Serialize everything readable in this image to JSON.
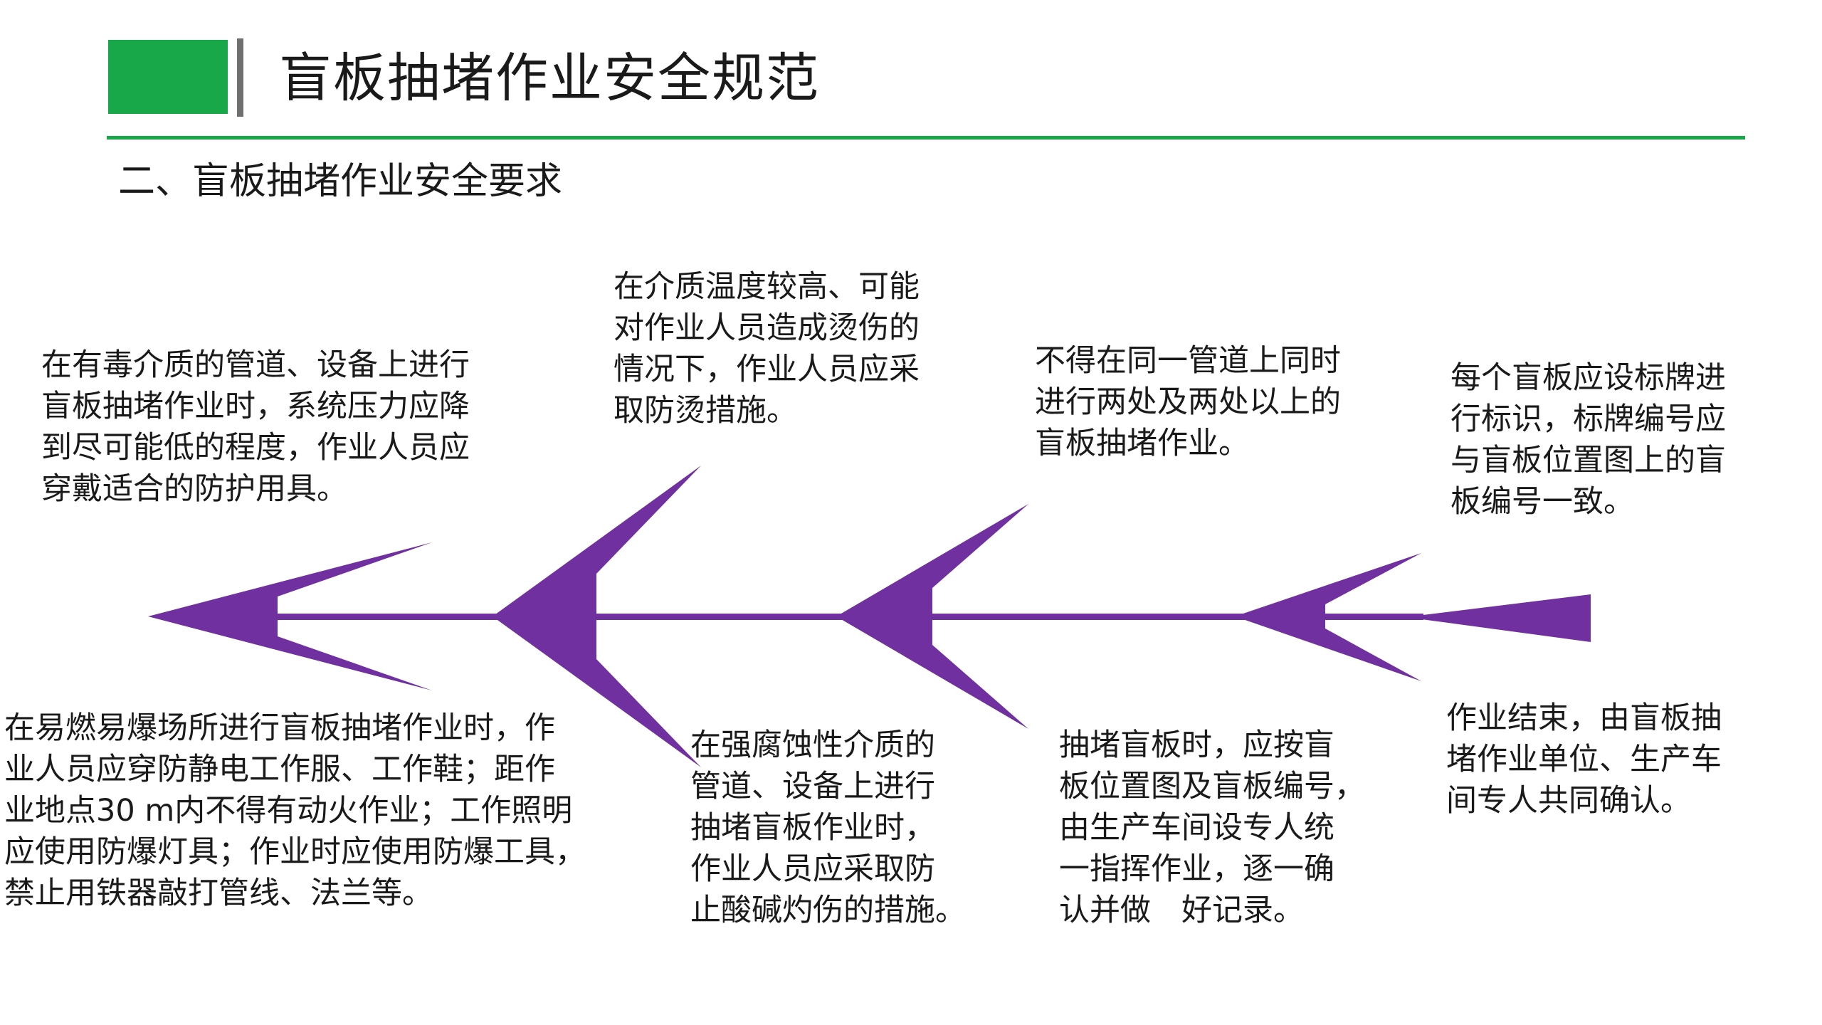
{
  "header": {
    "title": "盲板抽堵作业安全规范"
  },
  "section": {
    "title": "二、盲板抽堵作业安全要求"
  },
  "colors": {
    "accent": "#18a84a",
    "divider": "#6f6f6f",
    "arrow": "#7030a0",
    "text": "#1a1a1a"
  },
  "notes_top": [
    {
      "lines": [
        "在有毒介质的管道、设备上进行",
        "盲板抽堵作业时，系统压力应降",
        "到尽可能低的程度，作业人员应",
        "穿戴适合的防护用具。"
      ]
    },
    {
      "lines": [
        "在介质温度较高、可能",
        "对作业人员造成烫伤的",
        "情况下，作业人员应采",
        "取防烫措施。"
      ]
    },
    {
      "lines": [
        "不得在同一管道上同时",
        "进行两处及两处以上的",
        "盲板抽堵作业。"
      ]
    },
    {
      "lines": [
        "每个盲板应设标牌进",
        "行标识，标牌编号应",
        "与盲板位置图上的盲",
        "板编号一致。"
      ]
    }
  ],
  "notes_bottom": [
    {
      "lines": [
        "在易燃易爆场所进行盲板抽堵作业时，作",
        "业人员应穿防静电工作服、工作鞋；距作",
        "业地点30 m内不得有动火作业；工作照明",
        "应使用防爆灯具；作业时应使用防爆工具，",
        "禁止用铁器敲打管线、法兰等。"
      ]
    },
    {
      "lines": [
        "在强腐蚀性介质的",
        "管道、设备上进行",
        "抽堵盲板作业时，",
        "作业人员应采取防",
        "止酸碱灼伤的措施。"
      ]
    },
    {
      "lines": [
        "抽堵盲板时，应按盲",
        "板位置图及盲板编号，",
        "由生产车间设专人统",
        "一指挥作业，逐一确",
        "认并做　好记录。"
      ]
    },
    {
      "lines": [
        "作业结束，由盲板抽",
        "堵作业单位、生产车",
        "间专人共同确认。"
      ]
    }
  ]
}
